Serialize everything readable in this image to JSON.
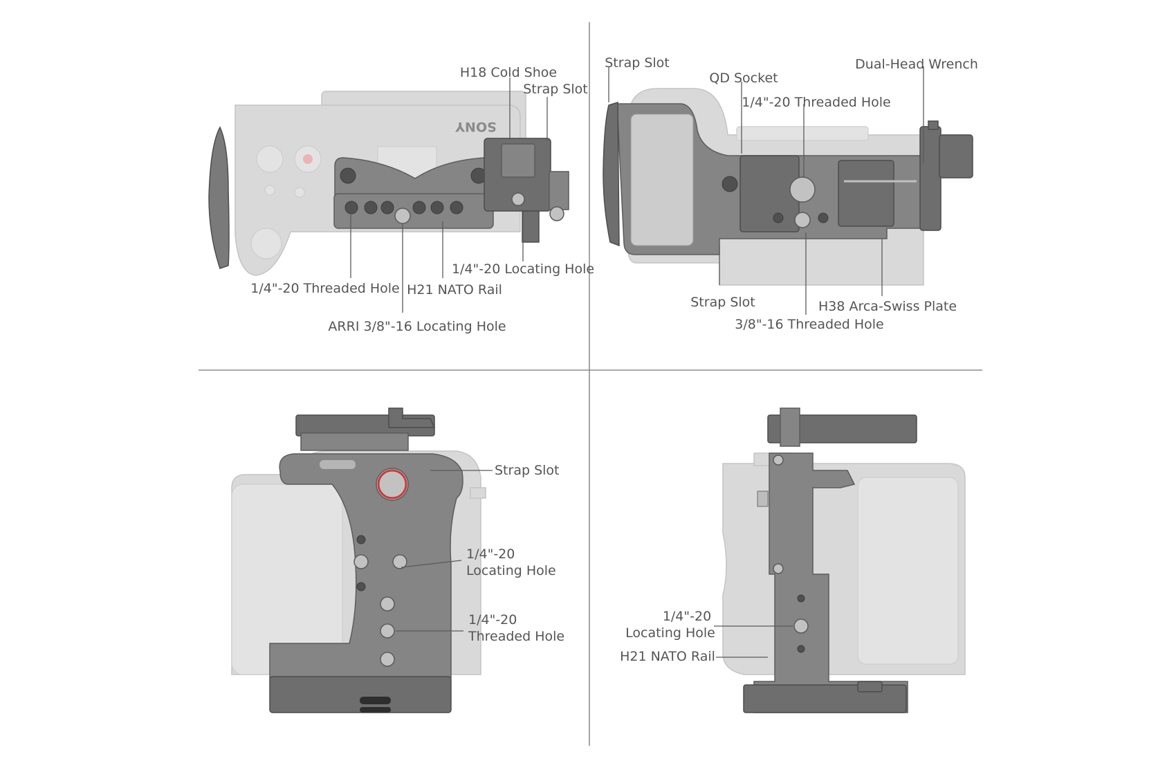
{
  "panels": {
    "top_left": {
      "brand": "SONY",
      "labels": {
        "cold_shoe": "H18 Cold Shoe",
        "strap_slot": "Strap Slot",
        "locating_hole": "1/4\"-20 Locating Hole",
        "threaded_hole": "1/4\"-20 Threaded Hole",
        "nato_rail": "H21 NATO Rail",
        "arri_hole": "ARRI 3/8\"-16 Locating Hole"
      }
    },
    "top_right": {
      "labels": {
        "strap_slot_top": "Strap Slot",
        "qd_socket": "QD Socket",
        "threaded_hole": "1/4\"-20 Threaded Hole",
        "wrench": "Dual-Head Wrench",
        "strap_slot_bottom": "Strap Slot",
        "arca_plate": "H38 Arca-Swiss Plate",
        "threaded_hole_38": "3/8\"-16 Threaded Hole"
      }
    },
    "bottom_left": {
      "labels": {
        "strap_slot": "Strap Slot",
        "locating_hole_l1": "1/4\"-20",
        "locating_hole_l2": "Locating Hole",
        "threaded_hole_l1": "1/4\"-20",
        "threaded_hole_l2": "Threaded Hole"
      }
    },
    "bottom_right": {
      "labels": {
        "locating_hole_l1": "1/4\"-20",
        "locating_hole_l2": "Locating Hole",
        "nato_rail": "H21 NATO Rail"
      }
    }
  }
}
